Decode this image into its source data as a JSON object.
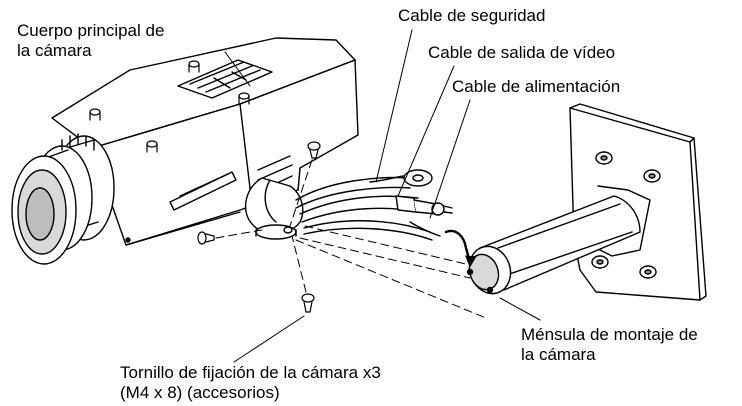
{
  "labels": {
    "camera_body": {
      "line1": "Cuerpo principal de",
      "line2": "la cámara"
    },
    "safety_cable": "Cable de seguridad",
    "video_cable": "Cable de salida de vídeo",
    "power_cable": "Cable de alimentación",
    "mount_bracket": {
      "line1": "Ménsula de montaje de",
      "line2": "la cámara"
    },
    "screw": {
      "line1": "Tornillo de fijación de la cámara x3",
      "line2": "(M4 x 8) (accesorios)"
    }
  },
  "colors": {
    "line": "#000000",
    "fill": "#ffffff",
    "shade": "#d9d9d9",
    "dark_shade": "#8c8c8c"
  }
}
